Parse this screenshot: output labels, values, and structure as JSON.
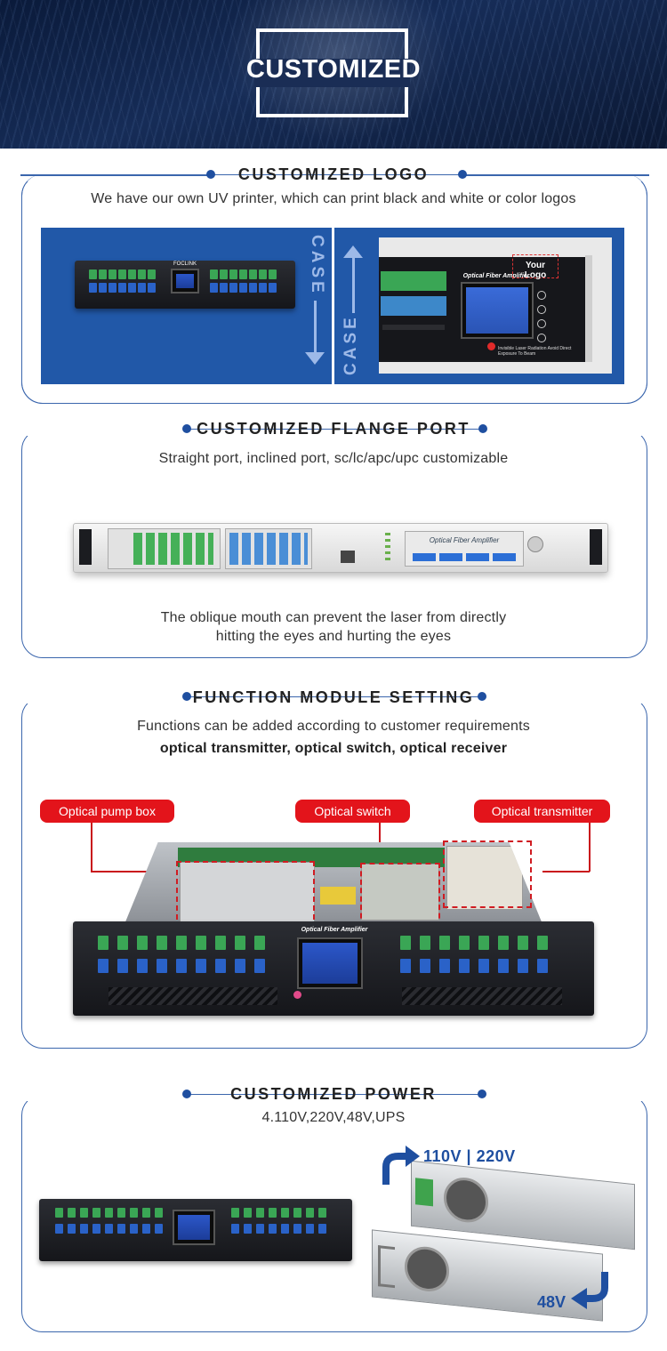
{
  "hero": {
    "title": "CUSTOMIZED"
  },
  "logo_section": {
    "title": "CUSTOMIZED LOGO",
    "description": "We have our own UV printer, which can print black and white or color logos",
    "case_label_left": "CASE",
    "case_label_right": "CASE",
    "device_brand": "FOCLINK",
    "device_panel_title": "Optical Fiber Amplifier",
    "logo_placeholder": "Your Logo",
    "laser_warning": "Invisible Laser Radiation Avoid Direct Exposure To Beam"
  },
  "flange_section": {
    "title": "CUSTOMIZED FLANGE PORT",
    "description": "Straight port, inclined port, sc/lc/apc/upc customizable",
    "panel_title": "Optical Fiber Amplifier",
    "note_line1": "The oblique mouth can prevent the laser from directly",
    "note_line2": "hitting the eyes and hurting the eyes"
  },
  "function_section": {
    "title": "FUNCTION MODULE SETTING",
    "description": "Functions can be added according to customer requirements",
    "options": "optical transmitter, optical switch, optical receiver",
    "callouts": [
      "Optical pump box",
      "Optical switch",
      "Optical transmitter"
    ],
    "panel_title": "Optical Fiber Amplifier"
  },
  "power_section": {
    "title": "CUSTOMIZED POWER",
    "description": "4.110V,220V,48V,UPS",
    "label_ac": "110V | 220V",
    "label_dc": "48V"
  },
  "colors": {
    "accent": "#1f4fa0",
    "callout_red": "#e3141b",
    "hero_bg": "#0f2147"
  }
}
